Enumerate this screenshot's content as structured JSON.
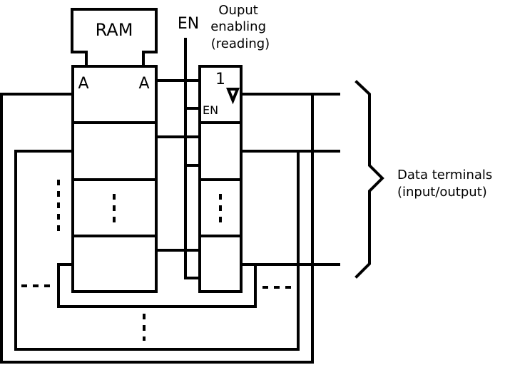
{
  "diagram": {
    "ram_label": "RAM",
    "address_left": "A",
    "address_right": "A",
    "en_signal_label": "EN",
    "buffer_label_1": "1",
    "buffer_triangle": "∇",
    "buffer_en_label": "EN",
    "output_enabling_lines": [
      "Ouput",
      "enabling",
      "(reading)"
    ],
    "data_terminals_lines": [
      "Data terminals",
      "(input/output)"
    ],
    "ellipsis_vertical": "⋮",
    "ellipsis_horizontal": "…"
  }
}
